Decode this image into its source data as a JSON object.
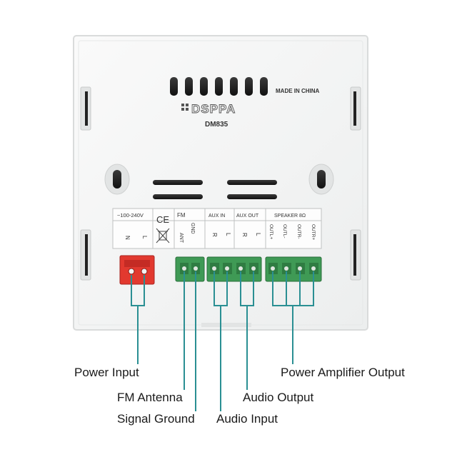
{
  "device": {
    "origin_label": "MADE IN CHINA",
    "brand": "DSPPA",
    "model": "DM835"
  },
  "terminal_strip": {
    "groups": [
      {
        "title": "~100-240V",
        "pins": [
          "N",
          "L"
        ]
      },
      {
        "title": "FM",
        "pins": [
          "ANT",
          "GND"
        ]
      },
      {
        "title": "AUX IN",
        "pins": [
          "R",
          "L"
        ]
      },
      {
        "title": "AUX OUT",
        "pins": [
          "R",
          "L"
        ]
      },
      {
        "title": "SPEAKER 8Ω",
        "pins": [
          "OUTL+",
          "OUTL-",
          "OUTR-",
          "OUTR+"
        ]
      }
    ],
    "marks": [
      "CE"
    ]
  },
  "callouts": {
    "power_input": "Power Input",
    "fm_antenna": "FM Antenna",
    "signal_ground": "Signal Ground",
    "audio_input": "Audio Input",
    "audio_output": "Audio Output",
    "power_amplifier_output": "Power Amplifier Output"
  },
  "colors": {
    "panel": "#f3f4f4",
    "panel_edge": "#d9dbdb",
    "connector_power": "#e2392f",
    "connector_signal": "#3f9a55",
    "leader_line": "#2a8f93",
    "text": "#1a1a1a"
  }
}
